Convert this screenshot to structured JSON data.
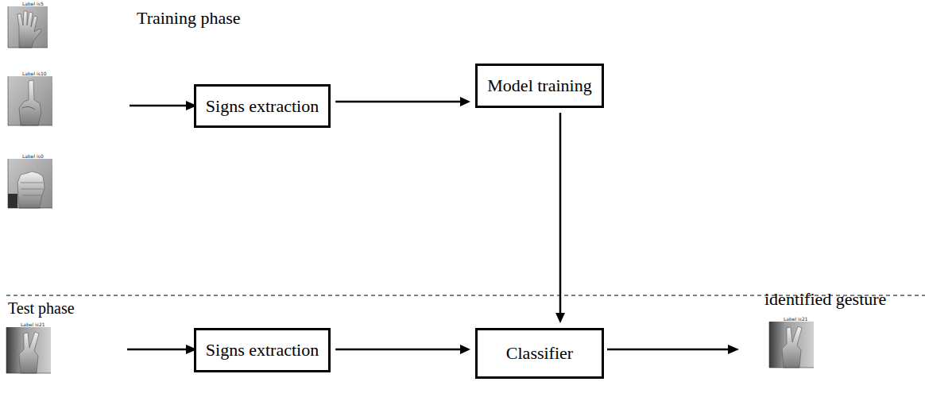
{
  "diagram": {
    "nodes": [
      {
        "text": [
          "Signs extraction"
        ]
      },
      {
        "text": [
          "Model training"
        ]
      },
      {
        "text": [
          "Signs extraction"
        ]
      },
      {
        "text": [
          "Classifier"
        ]
      }
    ],
    "edges": [
      {
        "from": 0,
        "to": 1,
        "arrow": "to"
      },
      {
        "from": 1,
        "to": 3,
        "arrow": "to"
      },
      {
        "from": 2,
        "to": 3,
        "arrow": "to"
      }
    ],
    "labels": [
      "Label is5",
      "Training phase",
      "Label is10",
      "Label is0",
      "identified gesture",
      "Test phase",
      "Label is21",
      "Label is21"
    ]
  }
}
